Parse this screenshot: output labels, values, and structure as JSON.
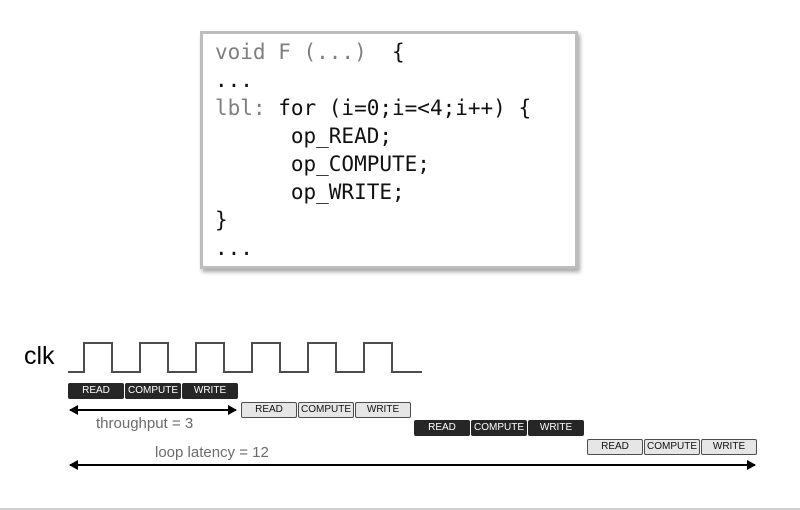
{
  "code": {
    "line1_kw": "void F (...)",
    "line1_rest": "  {",
    "line2": "...",
    "line3_kw": "lbl:",
    "line3_rest": " for (i=0;i=<4;i++) {",
    "line4": "      op_READ;",
    "line5": "      op_COMPUTE;",
    "line6": "      op_WRITE;",
    "line7": "}",
    "line8": "..."
  },
  "clock": {
    "label": "clk",
    "cycles": 6
  },
  "pipeline": {
    "read_label": "READ",
    "compute_label": "COMPUTE",
    "write_label": "WRITE",
    "iterations": [
      {
        "style": "dark"
      },
      {
        "style": "light"
      },
      {
        "style": "dark"
      },
      {
        "style": "light"
      }
    ]
  },
  "annotations": {
    "throughput": "throughput = 3",
    "loop_latency": "loop latency = 12"
  },
  "colors": {
    "dark_box": "#262626",
    "light_box": "#e6e6e6",
    "wave": "#4d4d4d",
    "annotation_text": "#6b6b6b"
  }
}
